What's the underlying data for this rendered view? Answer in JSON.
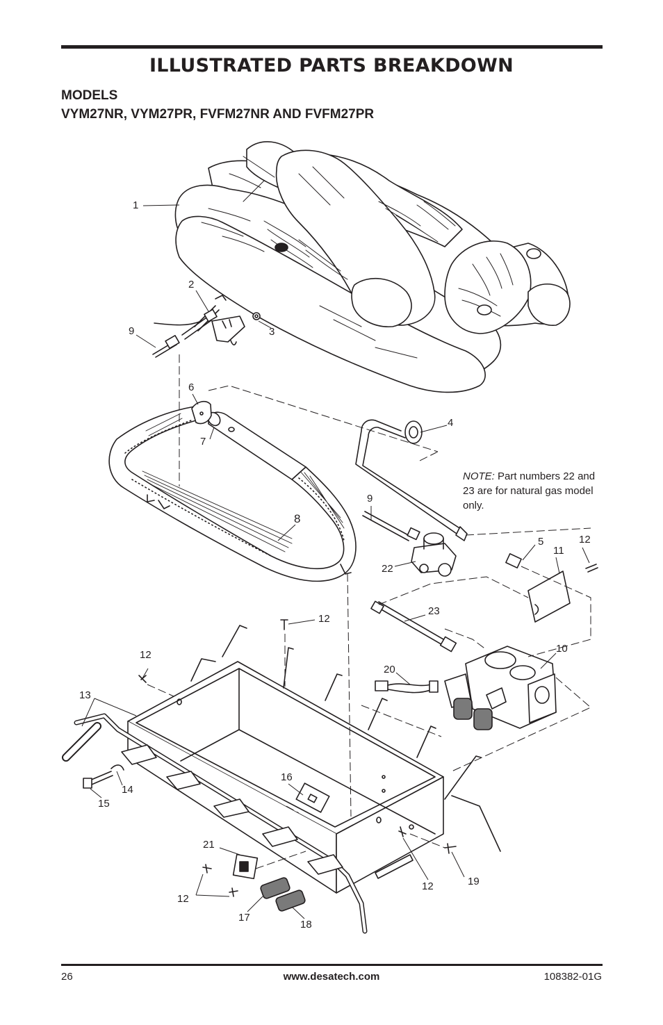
{
  "header": {
    "title": "ILLUSTRATED PARTS BREAKDOWN",
    "models_heading": "MODELS",
    "models_list": "VYM27NR, VYM27PR, FVFM27NR AND FVFM27PR"
  },
  "note": {
    "prefix": "NOTE:",
    "text": "Part numbers 22 and 23 are for natural gas model only."
  },
  "diagram": {
    "callouts": [
      "1",
      "2",
      "3",
      "9",
      "6",
      "7",
      "4",
      "8",
      "9",
      "5",
      "12",
      "11",
      "22",
      "23",
      "12",
      "12",
      "10",
      "20",
      "13",
      "16",
      "14",
      "15",
      "21",
      "12",
      "19",
      "12",
      "17",
      "18"
    ]
  },
  "footer": {
    "page_number": "26",
    "website": "www.desatech.com",
    "document_number": "108382-01G"
  },
  "colors": {
    "ink": "#231f20",
    "background": "#ffffff",
    "shading": "#7a7a7a"
  }
}
